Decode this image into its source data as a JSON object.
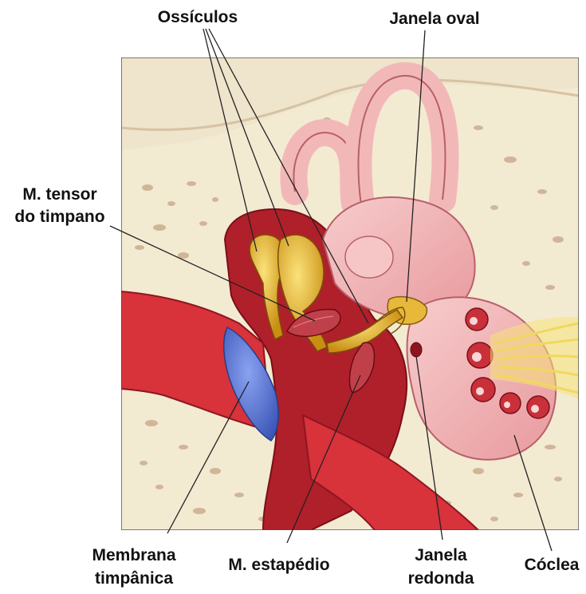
{
  "labels": {
    "ossiculos": "Ossículos",
    "janela_oval": "Janela oval",
    "tensor_line1": "M. tensor",
    "tensor_line2": "do timpano",
    "membrana_line1": "Membrana",
    "membrana_line2": "timpânica",
    "estapedio": "M. estapédio",
    "redonda_line1": "Janela",
    "redonda_line2": "redonda",
    "coclea": "Cóclea"
  },
  "colors": {
    "bone": "#f3ead2",
    "bone_pores": "#c9a98a",
    "tissue_dark": "#b0202a",
    "canal_red": "#d8323a",
    "labyrinth_pink": "#f2b8b8",
    "ossicle_gold": "#e0b030",
    "tympanic_blue": "#5b78d8",
    "nerve_yellow": "#f5e27a"
  }
}
